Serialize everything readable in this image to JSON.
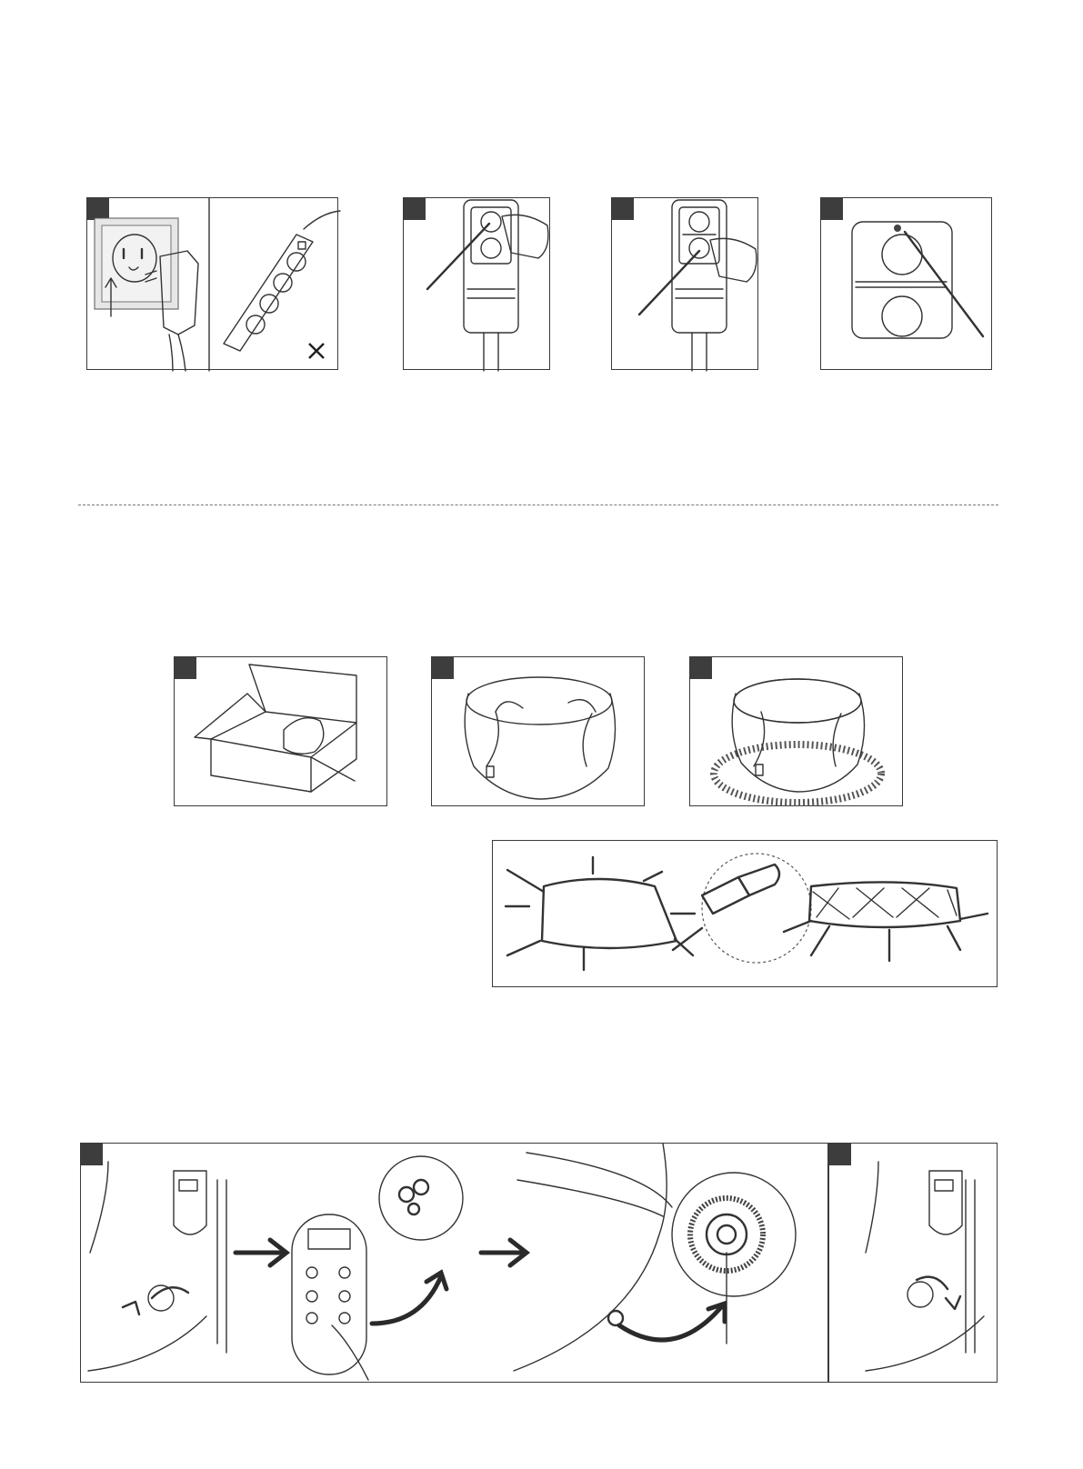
{
  "panels": [
    {
      "id": "plug-in",
      "icon": "wall-socket-icon",
      "alt_icon": "power-strip-icon",
      "forbidden_mark": "cross-icon"
    },
    {
      "id": "press-top-button",
      "icon": "pump-remote-icon"
    },
    {
      "id": "press-lower-button",
      "icon": "pump-remote-icon"
    },
    {
      "id": "indicator-light",
      "icon": "remote-closeup-icon"
    },
    {
      "id": "unbox",
      "icon": "open-box-icon"
    },
    {
      "id": "unfold-spa",
      "icon": "deflated-spa-icon"
    },
    {
      "id": "place-on-mat",
      "icon": "spa-on-mat-icon"
    },
    {
      "id": "frame-and-buckles",
      "icon": "frame-buckle-icon"
    },
    {
      "id": "control-panel-to-valve",
      "icon": "control-panel-icon"
    },
    {
      "id": "close-valve",
      "icon": "valve-knob-icon"
    }
  ],
  "colors": {
    "line": "#333333",
    "tag": "#3d3d3d",
    "mat": "#555555"
  }
}
